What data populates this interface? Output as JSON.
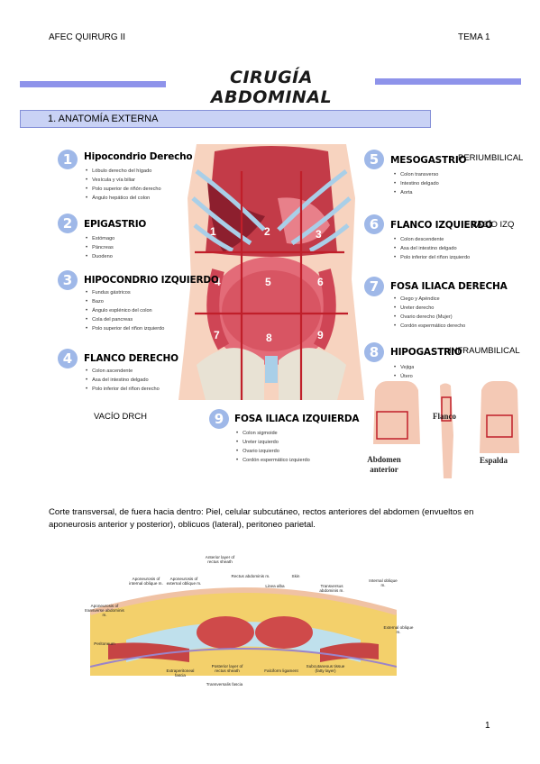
{
  "header": {
    "left": "AFEC QUIRURG II",
    "right": "TEMA 1"
  },
  "title": "CIRUGÍA ABDOMINAL",
  "section_title": "1. ANATOMÍA EXTERNA",
  "regions": [
    {
      "num": "1",
      "name": "Hipocondrio Derecho",
      "items": [
        "Lóbulo derecho del hígado",
        "Vesícula y vía biliar",
        "Polo superior de riñón derecho",
        "Ángulo hepático del colon"
      ]
    },
    {
      "num": "2",
      "name": "EPIGASTRIO",
      "items": [
        "Estómago",
        "Páncreas",
        "Duodeno"
      ]
    },
    {
      "num": "3",
      "name": "HIPOCONDRIO IZQUIERDO",
      "items": [
        "Fundus gástricos",
        "Bazo",
        "Ángulo esplénico del colon",
        "Cola del pancreas",
        "Polo superior del riñon izquierdo"
      ]
    },
    {
      "num": "4",
      "name": "FLANCO DERECHO",
      "items": [
        "Colon ascendente",
        "Asa del intestino delgado",
        "Polo inferior del riñon derecho"
      ]
    },
    {
      "num": "5",
      "name": "MESOGASTRIO",
      "items": [
        "Colon transverso",
        "Intestino delgado",
        "Aorta"
      ]
    },
    {
      "num": "6",
      "name": "FLANCO IZQUIERDO",
      "items": [
        "Colon descendente",
        "Asa del intestino delgado",
        "Polo inferior del riñon izquierdo"
      ]
    },
    {
      "num": "7",
      "name": "FOSA ILIACA DERECHA",
      "items": [
        "Ciego y Apéndice",
        "Ureter derecho",
        "Ovario derecho (Mujer)",
        "Cordón espermático derecho"
      ]
    },
    {
      "num": "8",
      "name": "HIPOGASTRIO",
      "items": [
        "Vejiga",
        "Útero"
      ]
    },
    {
      "num": "9",
      "name": "FOSA ILIACA IZQUIERDA",
      "items": [
        "Colon sigmoide",
        "Ureter izquierdo",
        "Ovario izquierdo",
        "Cordón espermático izquierdo"
      ]
    }
  ],
  "notes": {
    "periumbilical": "PERIUMBILICAL",
    "vacio_izq": "VACÍO IZQ",
    "infraumbilical": "INFRAUMBILICAL",
    "vacio_drch": "VACÍO DRCH"
  },
  "grid_numbers": [
    "1",
    "2",
    "3",
    "4",
    "5",
    "6",
    "7",
    "8",
    "9"
  ],
  "figure_labels": {
    "flanco": "Flanco",
    "abdomen": "Abdomen anterior",
    "espalda": "Espalda"
  },
  "paragraph": "Corte transversal, de fuera hacia dentro: Piel, celular subcutáneo, rectos anteriores del abdomen (envueltos en aponeurosis anterior y posterior), oblicuos (lateral), peritoneo parietal.",
  "section_labels": {
    "anterior_layer": "Anterior layer of rectus sheath",
    "rectus": "Rectus abdominis m.",
    "skin": "Skin",
    "linea_alba": "Linea alba",
    "apo_internal": "Aponeurosis of internal oblique m.",
    "apo_external": "Aponeurosis of external oblique m.",
    "apo_transverse": "Aponeurosis of transverse abdominis m.",
    "peritoneum": "Peritoneum",
    "transversus": "Transversus abdominis m.",
    "internal_oblique": "Internal oblique m.",
    "external_oblique": "External oblique m.",
    "extraperitoneal": "Extraperitoneal fascia",
    "posterior_layer": "Posterior layer of rectus sheath",
    "transversalis": "Transversalis fascia",
    "falciform": "Falciform ligament",
    "subcutaneous": "Subcutaneous tissue (fatty layer)"
  },
  "page_number": "1"
}
